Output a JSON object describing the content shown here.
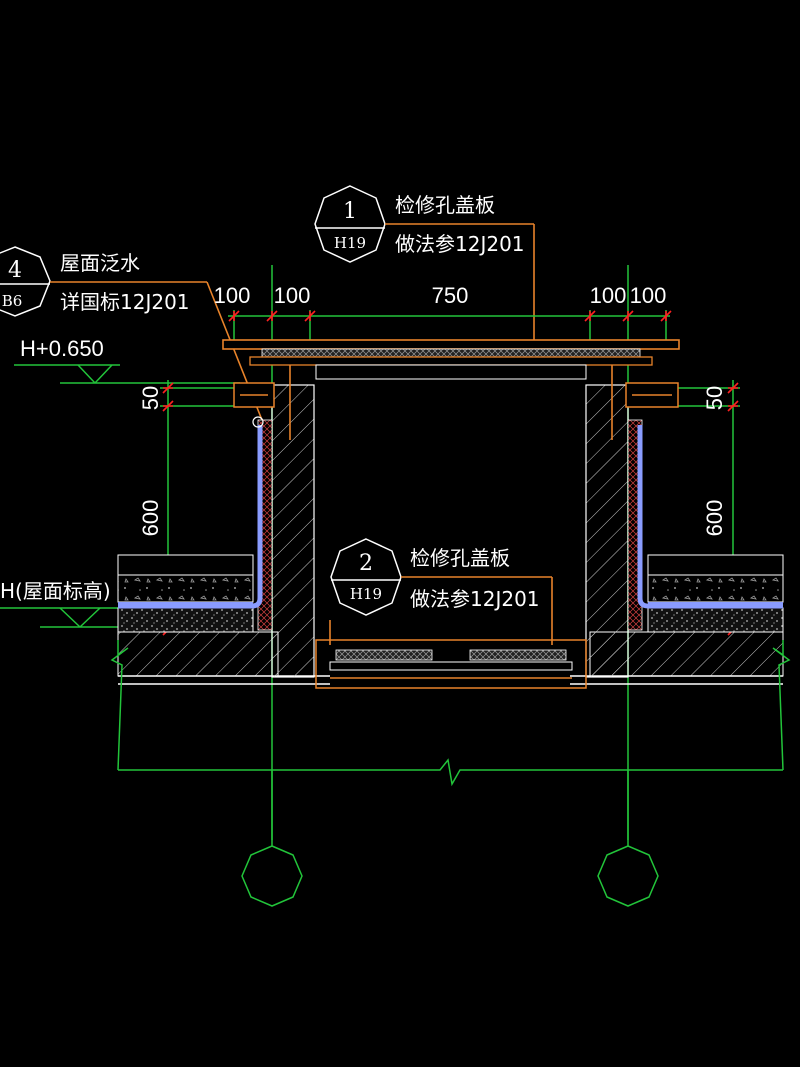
{
  "callouts": {
    "c1": {
      "number": "1",
      "sheet": "H19",
      "title": "检修孔盖板",
      "ref": "做法参12J201"
    },
    "c2": {
      "number": "2",
      "sheet": "H19",
      "title": "检修孔盖板",
      "ref": "做法参12J201"
    },
    "c4": {
      "number": "4",
      "sheet": "B6",
      "title": "屋面泛水",
      "ref": "详国标12J201"
    }
  },
  "dimensions": {
    "top": [
      "100",
      "100",
      "750",
      "100",
      "100"
    ],
    "left_upper": "50",
    "left_lower": "600",
    "right_upper": "50",
    "right_lower": "600"
  },
  "levels": {
    "upper": "H+0.650",
    "roof": "H(屋面标高)"
  },
  "colors": {
    "outline": "#ffffff",
    "grid": "#22c43a",
    "detail": "#e8832a",
    "dimension": "#ff2020",
    "membrane": "#8a9cff",
    "background": "#000000"
  }
}
